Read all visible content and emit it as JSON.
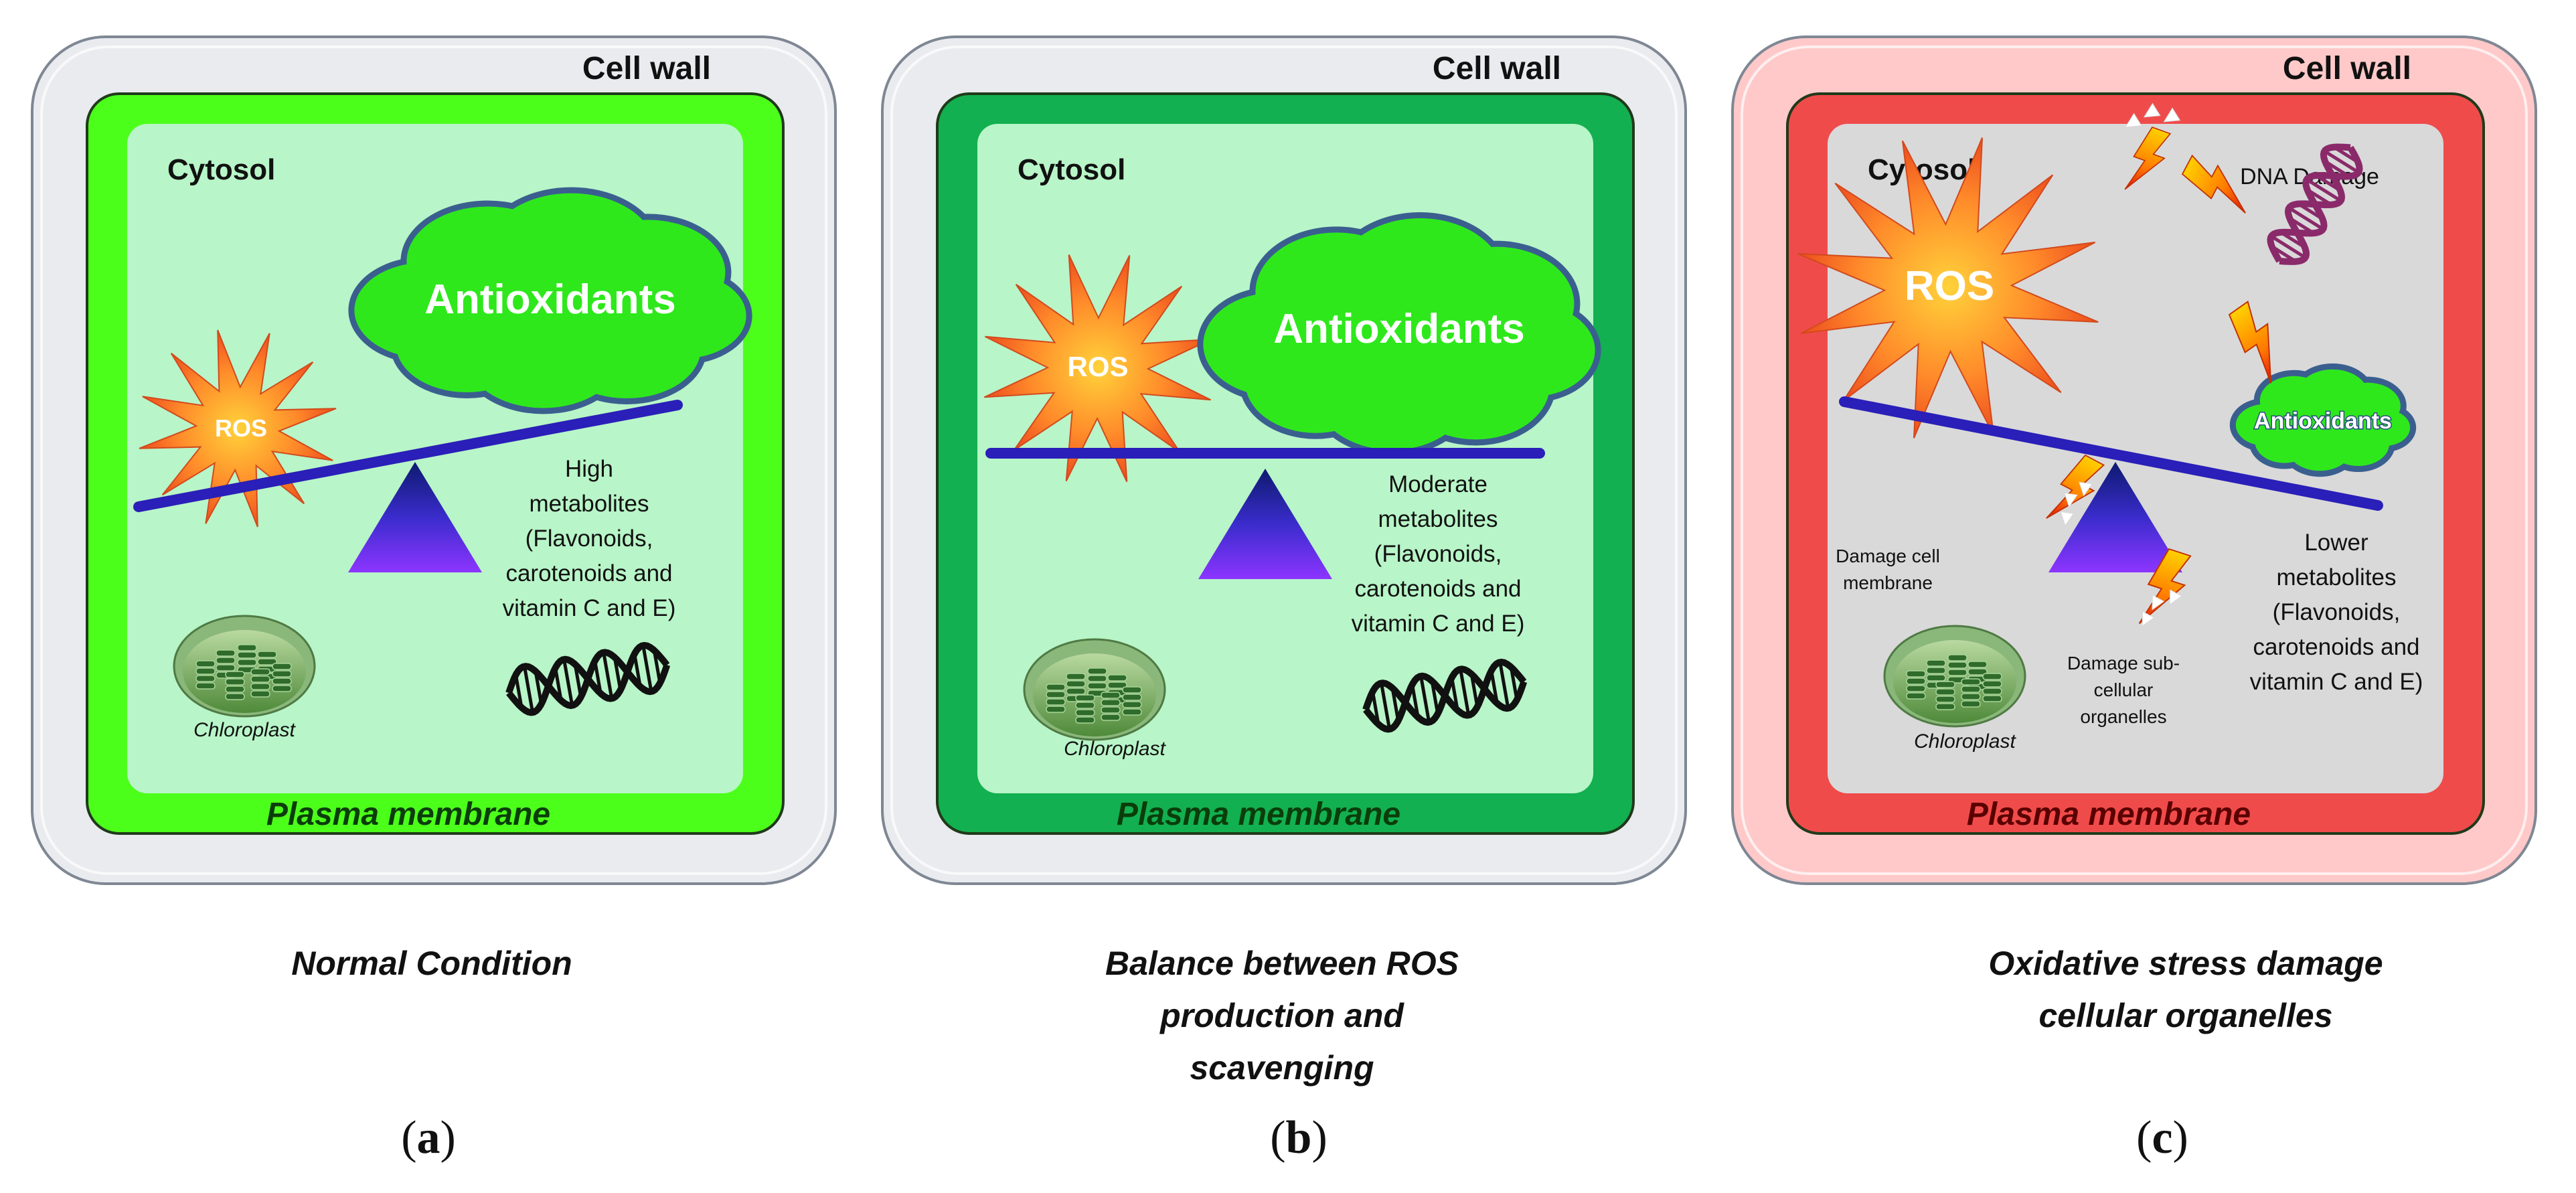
{
  "panels": [
    {
      "key": "a",
      "letter": "a",
      "state": "normal",
      "cell_wall": "Cell wall",
      "cytosol": "Cytosol",
      "plasma_membrane": "Plasma membrane",
      "ros": "ROS",
      "antioxidants": "Antioxidants",
      "metabolites": [
        "High",
        "metabolites",
        "(Flavonoids,",
        "carotenoids and",
        "vitamin C and E)"
      ],
      "chloroplast": "Chloroplast",
      "caption": [
        "Normal Condition"
      ],
      "colors": {
        "wall": "#e9ebef",
        "membrane": "#4cff1a",
        "cytosol": "#b8f5c8",
        "membrane_text": "#0b3d0b"
      }
    },
    {
      "key": "b",
      "letter": "b",
      "state": "balance",
      "cell_wall": "Cell wall",
      "cytosol": "Cytosol",
      "plasma_membrane": "Plasma membrane",
      "ros": "ROS",
      "antioxidants": "Antioxidants",
      "metabolites": [
        "Moderate",
        "metabolites",
        "(Flavonoids,",
        "carotenoids and",
        "vitamin C and E)"
      ],
      "chloroplast": "Chloroplast",
      "caption": [
        "Balance between ROS",
        "production and",
        "scavenging"
      ],
      "colors": {
        "wall": "#e9ebef",
        "membrane": "#12b050",
        "cytosol": "#b8f5c8",
        "membrane_text": "#0b3d0b"
      }
    },
    {
      "key": "c",
      "letter": "c",
      "state": "stress",
      "cell_wall": "Cell wall",
      "cytosol": "Cytosol",
      "plasma_membrane": "Plasma membrane",
      "ros": "ROS",
      "antioxidants": "Antioxidants",
      "metabolites": [
        "Lower",
        "metabolites",
        "(Flavonoids,",
        "carotenoids and",
        "vitamin C and E)"
      ],
      "chloroplast": "Chloroplast",
      "dna_damage": "DNA Damage",
      "damage_membrane": [
        "Damage cell",
        "membrane"
      ],
      "damage_organelles": [
        "Damage sub-",
        "cellular",
        "organelles"
      ],
      "caption": [
        "Oxidative stress damage",
        "cellular organelles"
      ],
      "colors": {
        "wall": "#ffc9c9",
        "membrane": "#f04b4b",
        "cytosol": "#d9d9d9",
        "membrane_text": "#5a0000"
      }
    }
  ]
}
